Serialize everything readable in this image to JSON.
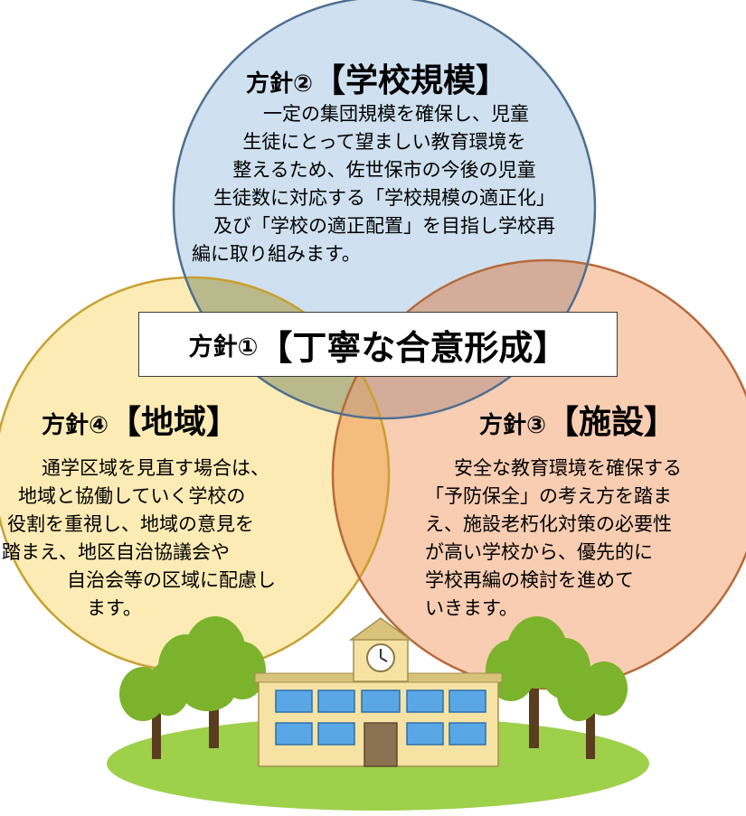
{
  "colors": {
    "circle_top_fill": "#cfe0f0",
    "circle_top_stroke": "#4f6f90",
    "circle_left_fill": "#fcebb4",
    "circle_left_stroke": "#c8a030",
    "circle_right_fill": "#f8cdb2",
    "circle_right_stroke": "#b86a3a",
    "overlap_top_left": "#b9b98b",
    "overlap_top_right": "#d3ad9a",
    "overlap_left_right": "#f4bd7e",
    "overlap_center": "#d5a97f",
    "ground": "#9ed04a",
    "tree_foliage": "#7cb32c",
    "school_wall": "#f6e3a4",
    "window_blue": "#5aa7e6"
  },
  "icons": [
    "clock-icon",
    "school-building-icon",
    "tree-icon"
  ],
  "policy_top": {
    "prefix": "方針②",
    "title": "【学校規模】",
    "lines": [
      "一定の集団規模を確保し、児童",
      "生徒にとって望ましい教育環境を",
      "整えるため、佐世保市の今後の児童",
      "生徒数に対応する「学校規模の適正化」",
      "及び「学校の適正配置」を目指し学校再",
      "編に取り組みます。"
    ]
  },
  "policy_center": {
    "prefix": "方針①",
    "title": "【丁寧な合意形成】"
  },
  "policy_left": {
    "prefix": "方針④",
    "title": "【地域】",
    "lines": [
      "通学区域を見直す場合は、",
      "地域と協働していく学校の",
      "役割を重視し、地域の意見を",
      "踏まえ、地区自治協議会や",
      "自治会等の区域に配慮し",
      "ます。"
    ]
  },
  "policy_right": {
    "prefix": "方針③",
    "title": "【施設】",
    "lines": [
      "安全な教育環境を確保する",
      "「予防保全」の考え方を踏ま",
      "え、施設老朽化対策の必要性",
      "が高い学校から、優先的に",
      "学校再編の検討を進めて",
      "いきます。"
    ]
  }
}
